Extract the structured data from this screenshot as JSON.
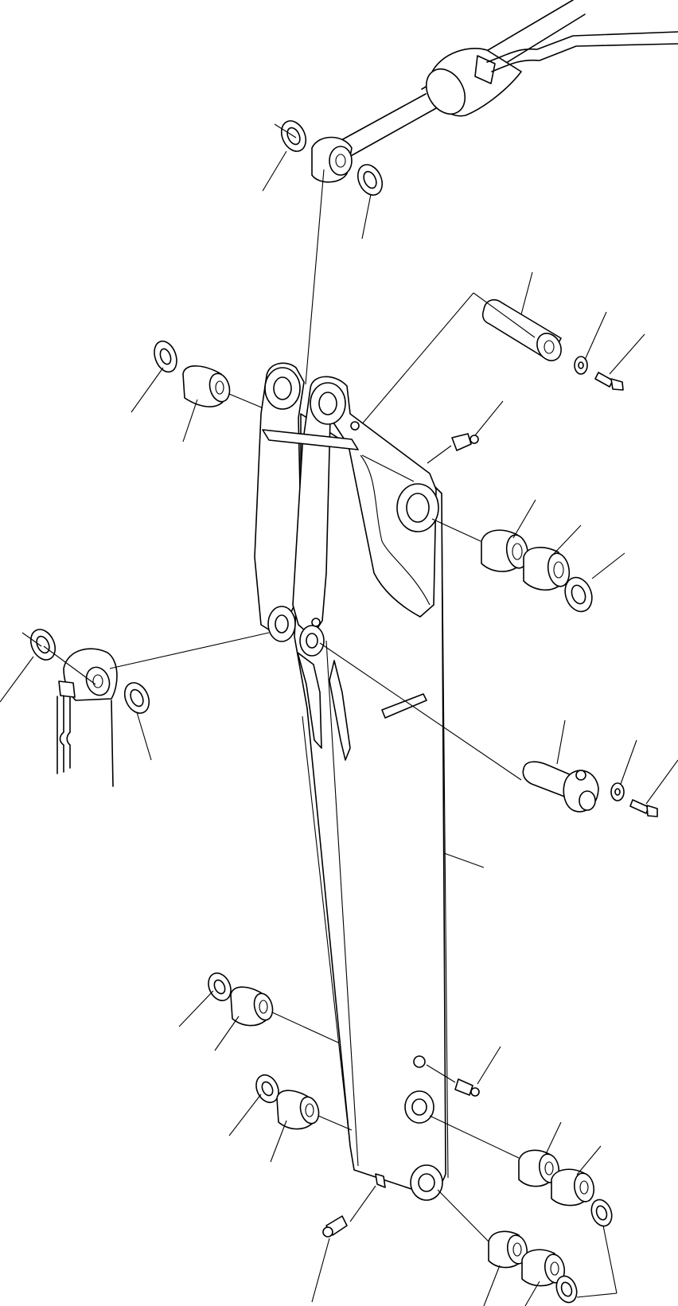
{
  "drawing": {
    "kind": "exploded parts diagram",
    "callout_labels": [],
    "icons": [
      "arm-assembly",
      "bucket-cylinder",
      "pin",
      "bushing",
      "washer",
      "bolt",
      "grease-fitting",
      "shim"
    ]
  }
}
